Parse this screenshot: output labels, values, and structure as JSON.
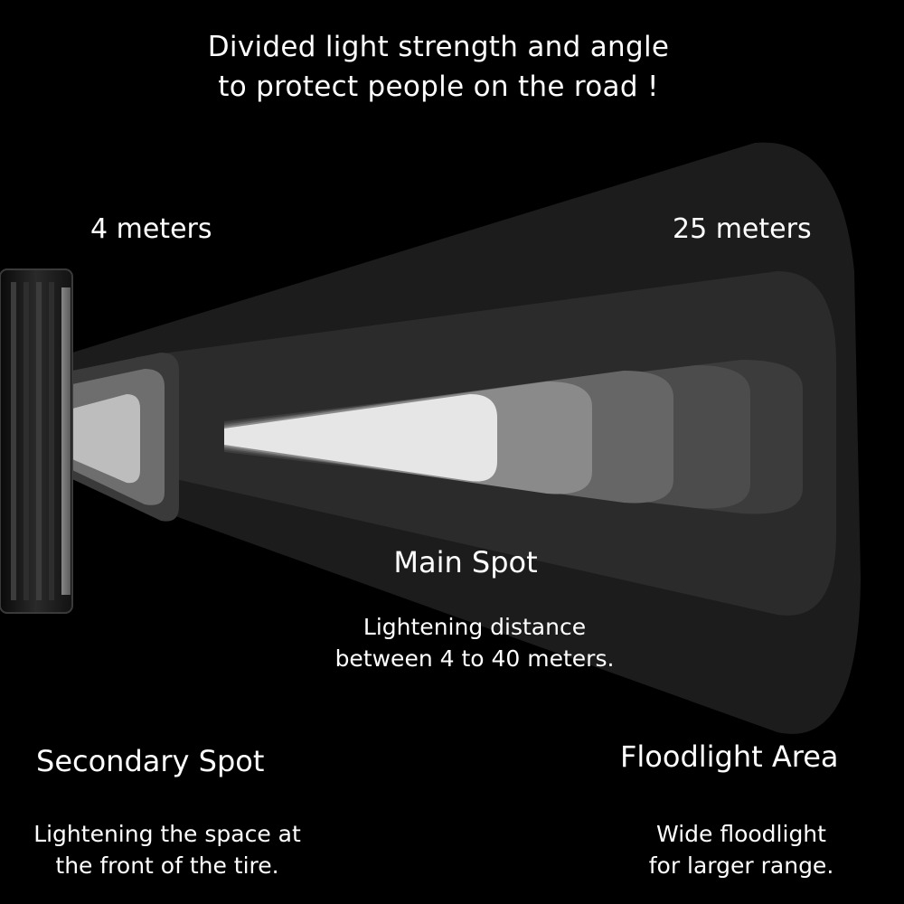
{
  "headline": {
    "line1": "Divided light strength and angle",
    "line2": "to protect people on the road !"
  },
  "distances": {
    "near": "4 meters",
    "far": "25 meters"
  },
  "main_spot": {
    "label": "Main Spot",
    "desc_line1": "Lightening distance",
    "desc_line2": "between 4 to 40 meters."
  },
  "secondary_spot": {
    "label": "Secondary Spot",
    "desc_line1": "Lightening the space at",
    "desc_line2": "the front of the tire."
  },
  "floodlight": {
    "label": "Floodlight Area",
    "desc_line1": "Wide floodlight",
    "desc_line2": "for larger range."
  },
  "colors": {
    "background": "#000000",
    "text": "#ffffff",
    "beam_outer": "#1c1c1c",
    "beam_bright": "#e6e6e6",
    "light_body": "#1a1a1a"
  }
}
